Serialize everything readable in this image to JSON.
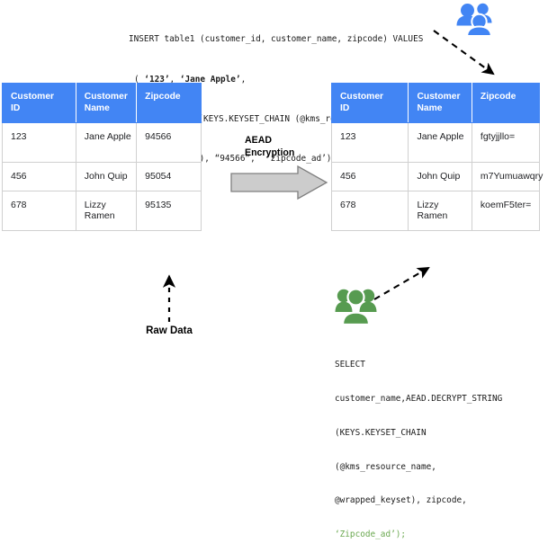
{
  "sql": {
    "insert": {
      "name": "insert-statement",
      "line1": "INSERT table1 (customer_id, customer_name, zipcode) VALUES",
      "line2_prefix": "( ",
      "line2_lit1": "‘123’",
      "line2_mid": ", ",
      "line2_lit2": "‘Jane Apple’",
      "line2_suffix": ",",
      "line3": "AEAD.ENCRYPT (KEYS.KEYSET_CHAIN (@kms_resource_name,",
      "line4": "@wrapped_keyset), “94566”,  ‘zipcode_ad’) as zipcode));"
    },
    "select": {
      "name": "select-statement",
      "line1": "SELECT",
      "line2": "customer_name,AEAD.DECRYPT_STRING",
      "line3": "(KEYS.KEYSET_CHAIN",
      "line4": "(@kms_resource_name,",
      "line5": "@wrapped_keyset), zipcode,",
      "line6_green": "‘Zipcode_ad’);"
    }
  },
  "tables": {
    "left": {
      "title": "plaintext-table",
      "headers": [
        {
          "line1": "Customer",
          "line2": "ID"
        },
        {
          "line1": "Customer",
          "line2": "Name"
        },
        {
          "line1": "Zipcode",
          "line2": ""
        }
      ],
      "rows": [
        {
          "id": "123",
          "name": "Jane Apple",
          "zipcode": "94566"
        },
        {
          "id": "456",
          "name": "John Quip",
          "zipcode": "95054"
        },
        {
          "id": "678",
          "name": "Lizzy Ramen",
          "zipcode": "95135"
        }
      ]
    },
    "right": {
      "title": "encrypted-table",
      "headers": [
        {
          "line1": "Customer",
          "line2": "ID"
        },
        {
          "line1": "Customer",
          "line2": "Name"
        },
        {
          "line1": "Zipcode",
          "line2": ""
        }
      ],
      "rows": [
        {
          "id": "123",
          "name": "Jane Apple",
          "zipcode": "fgtyjjllo="
        },
        {
          "id": "456",
          "name": "John Quip",
          "zipcode": "m7Yumuawqry"
        },
        {
          "id": "678",
          "name": "Lizzy Ramen",
          "zipcode": "koemF5ter="
        }
      ]
    }
  },
  "labels": {
    "aead_line1": "AEAD",
    "aead_line2": "Encryption",
    "raw_data": "Raw Data"
  },
  "colors": {
    "header_blue": "#4285f4",
    "arrow_gray_fill": "#cccccc",
    "arrow_gray_stroke": "#808080",
    "users_blue": "#4285f4",
    "users_green": "#579b50",
    "green_literal": "#6aa84f",
    "grid_line": "#d0d0d0"
  }
}
